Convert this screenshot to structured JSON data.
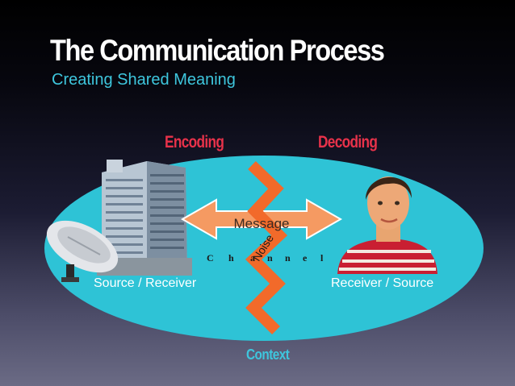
{
  "slide": {
    "title": "The Communication Process",
    "subtitle": "Creating Shared Meaning"
  },
  "diagram": {
    "encoding_label": "Encoding",
    "decoding_label": "Decoding",
    "message_label": "Message",
    "noise_label": "Noise",
    "channel_letters": [
      "C",
      "h",
      "a",
      "n",
      "n",
      "e",
      "l"
    ],
    "source_label": "Source  / Receiver",
    "receiver_label": "Receiver / Source",
    "context_label": "Context"
  },
  "colors": {
    "title": "#ffffff",
    "subtitle": "#3ec6dd",
    "accent_red": "#e8324a",
    "context_ellipse": "#2ec3d6",
    "arrow": "#f59a62",
    "noise_bolt": "#f26a2a",
    "channel_text": "#1a1a1a"
  },
  "images": {
    "left_picture_1": "office-building",
    "left_picture_2": "satellite-dish",
    "right_picture": "doll-man-portrait"
  }
}
